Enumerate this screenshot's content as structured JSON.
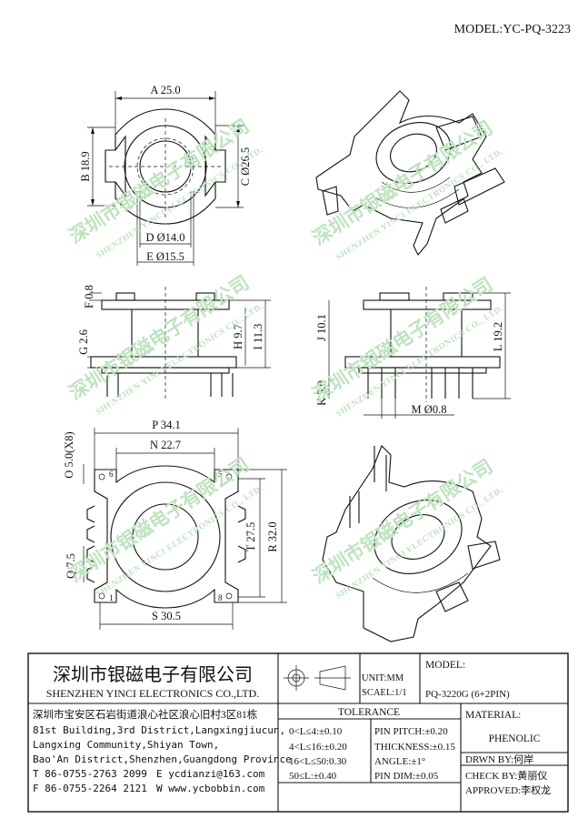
{
  "model_header": "MODEL:YC-PQ-3223",
  "dims": {
    "A": "A 25.0",
    "B": "B 18.9",
    "C": "C Ø26.5",
    "D": "D Ø14.0",
    "E": "E Ø15.5",
    "F": "F 0.8",
    "G": "G 2.6",
    "H": "H 9.7",
    "I": "I 11.3",
    "J": "J 10.1",
    "K": "K 5.0",
    "L": "L 19.2",
    "M": "M Ø0.8",
    "P": "P 34.1",
    "N": "N 22.7",
    "O": "O 5.0(X8)",
    "Q": "Q 7.5",
    "S": "S 30.5",
    "T": "T 27.5",
    "R": "R 32.0"
  },
  "pins": {
    "p6": "6",
    "p5": "5",
    "p1": "1",
    "p8": "8"
  },
  "watermark": {
    "cn": "深圳市银磁电子有限公司",
    "en": "SHENZHEN YINCI ELECTRONICS CO., LTD."
  },
  "company": {
    "name_cn": "深圳市银磁电子有限公司",
    "name_en": "SHENZHEN YINCI ELECTRONICS CO.,LTD.",
    "addr_cn": "深圳市宝安区石岩街道浪心社区浪心旧村3区81栋",
    "addr_en1": "81st Building,3rd District,Langxingjiucun,",
    "addr_en2": "Langxing Community,Shiyan Town,",
    "addr_en3": "Bao'An District,Shenzhen,Guangdong Province",
    "tel": "T 86-0755-2763 2099",
    "email": "E ycdianzi@163.com",
    "fax": "F 86-0755-2264 2121",
    "web": "W www.ycbobbin.com"
  },
  "unit": "UNIT:MM",
  "scale": "SCAEL:1/1",
  "model_label": "MODEL:",
  "model_value": "PQ-3220G (6+2PIN)",
  "tolerance": {
    "title": "TOLERANCE",
    "left": [
      "0<L≤4:±0.10",
      "4<L≤16:±0.20",
      "16<L≤50:0.30",
      "50≤L:±0.40"
    ],
    "right": [
      "PIN PITCH:±0.20",
      "THICKNESS:±0.15",
      "ANGLE:±1°",
      "PIN DIM:±0.05"
    ]
  },
  "material_label": "MATERIAL:",
  "material_value": "PHENOLIC",
  "drawn": "DRWN BY:何岸",
  "check": "CHECK BY:黄丽仪",
  "approved": "APPROVED:李权龙"
}
